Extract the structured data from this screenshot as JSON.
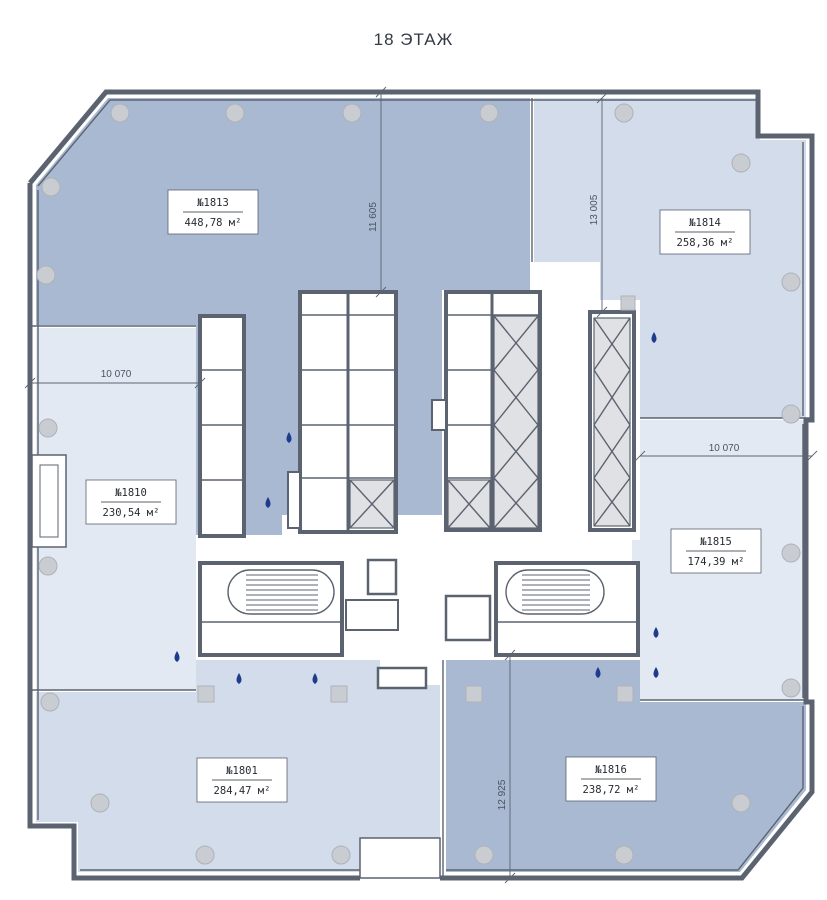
{
  "floor_title": "18 ЭТАЖ",
  "units": [
    {
      "id": "1813",
      "number": "№1813",
      "area": "448,78 м²",
      "color": "#a9b9d2"
    },
    {
      "id": "1814",
      "number": "№1814",
      "area": "258,36 м²",
      "color": "#d3dcea"
    },
    {
      "id": "1810",
      "number": "№1810",
      "area": "230,54 м²",
      "color": "#e3e9f3"
    },
    {
      "id": "1815",
      "number": "№1815",
      "area": "174,39 м²",
      "color": "#e3e9f3"
    },
    {
      "id": "1801",
      "number": "№1801",
      "area": "284,47 м²",
      "color": "#d3dcea"
    },
    {
      "id": "1816",
      "number": "№1816",
      "area": "238,72 м²",
      "color": "#a9b9d2"
    }
  ],
  "dimensions": [
    {
      "id": "dim-1813",
      "text": "11 605"
    },
    {
      "id": "dim-1814",
      "text": "13 005"
    },
    {
      "id": "dim-1810",
      "text": "10 070"
    },
    {
      "id": "dim-1815",
      "text": "10 070"
    },
    {
      "id": "dim-1816",
      "text": "12 925"
    }
  ],
  "colors": {
    "wall": "#5c6370",
    "water_icon": "#1f3c8c",
    "column": "#c9ccd1"
  },
  "icons": [
    "water-drop-icon",
    "stair-icon",
    "elevator-shaft-icon"
  ]
}
